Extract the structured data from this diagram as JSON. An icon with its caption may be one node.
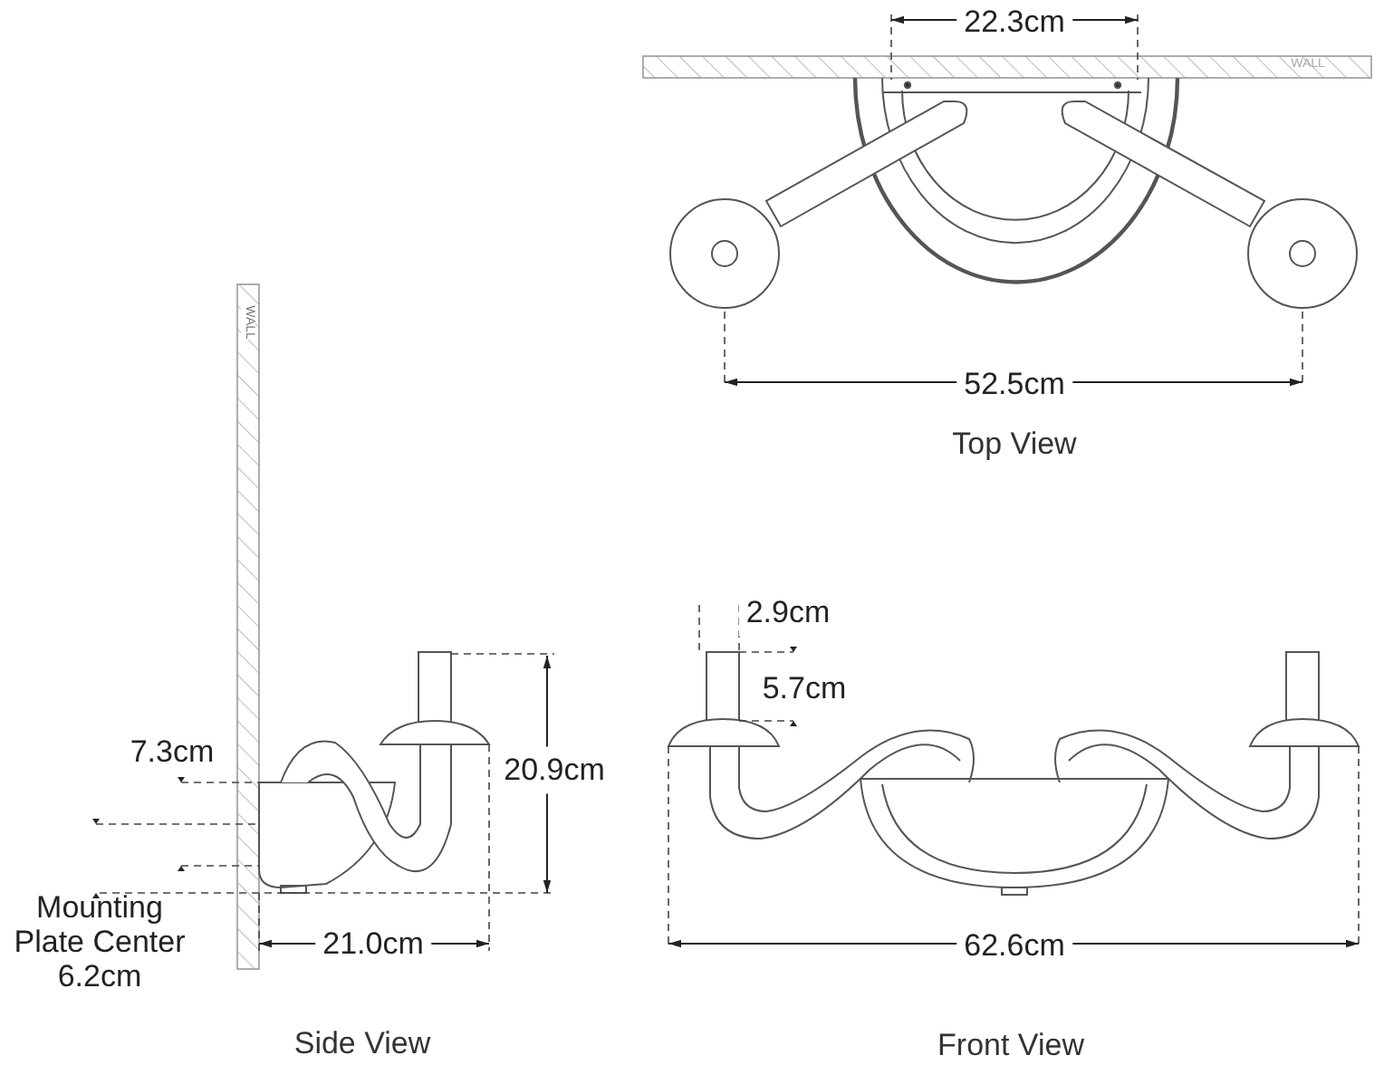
{
  "diagram": {
    "labels": [
      "22.3cm",
      "WALL",
      "52.5cm",
      "Top View",
      "WALL",
      "7.3cm",
      "20.9cm",
      "Mounting Plate Center 6.2cm",
      "21.0cm",
      "Side View",
      "2.9cm",
      "5.7cm",
      "62.6cm",
      "Front View"
    ]
  }
}
